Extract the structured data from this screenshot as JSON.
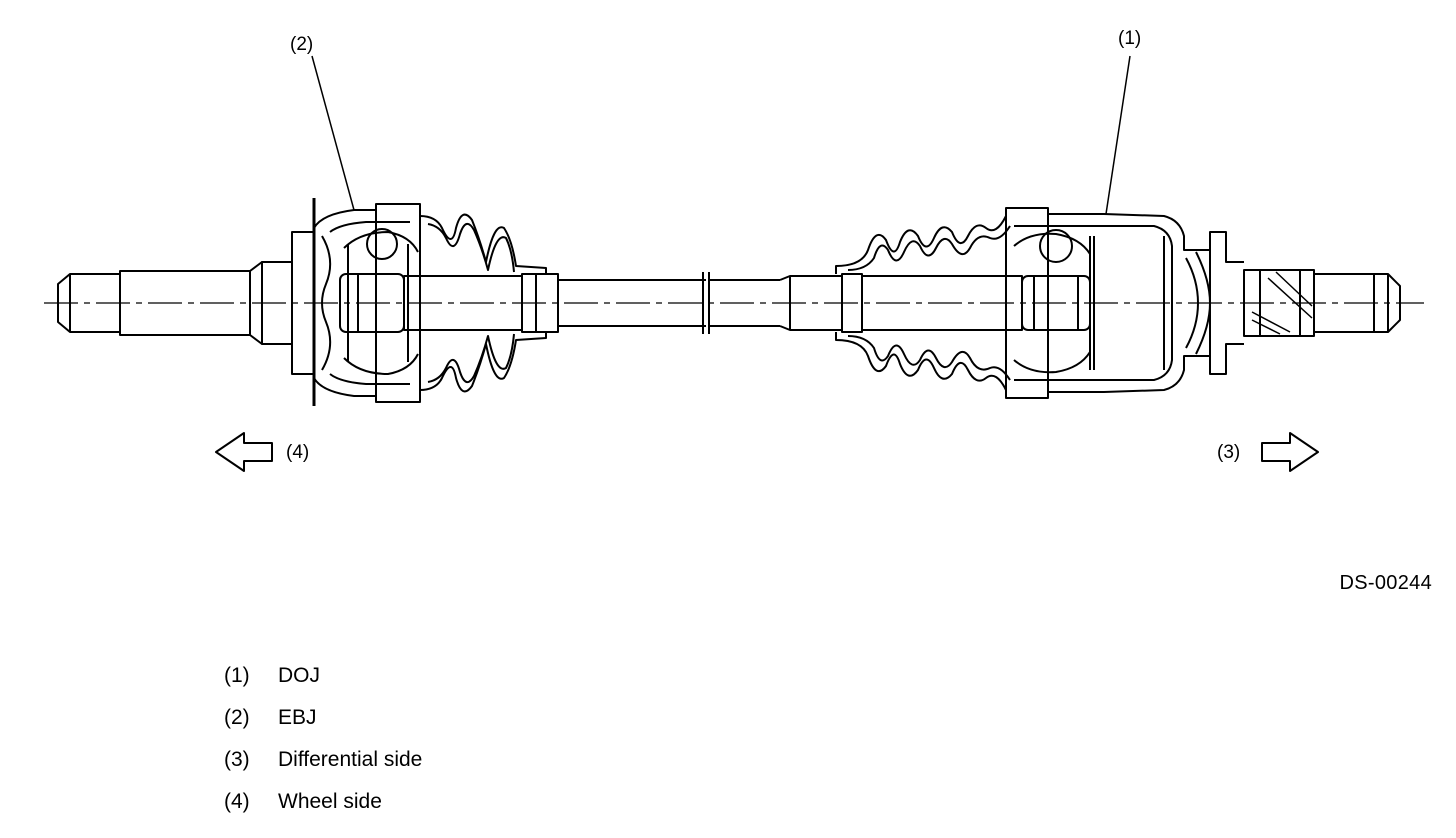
{
  "callouts": {
    "c1": "(1)",
    "c2": "(2)",
    "c3": "(3)",
    "c4": "(4)"
  },
  "figure_code": "DS-00244",
  "legend": [
    {
      "num": "(1)",
      "label": "DOJ"
    },
    {
      "num": "(2)",
      "label": "EBJ"
    },
    {
      "num": "(3)",
      "label": "Differential side"
    },
    {
      "num": "(4)",
      "label": "Wheel side"
    }
  ],
  "icons": {
    "arrow_left": "hollow-arrow-left-icon",
    "arrow_right": "hollow-arrow-right-icon"
  },
  "colors": {
    "line": "#000000",
    "background": "#ffffff"
  }
}
